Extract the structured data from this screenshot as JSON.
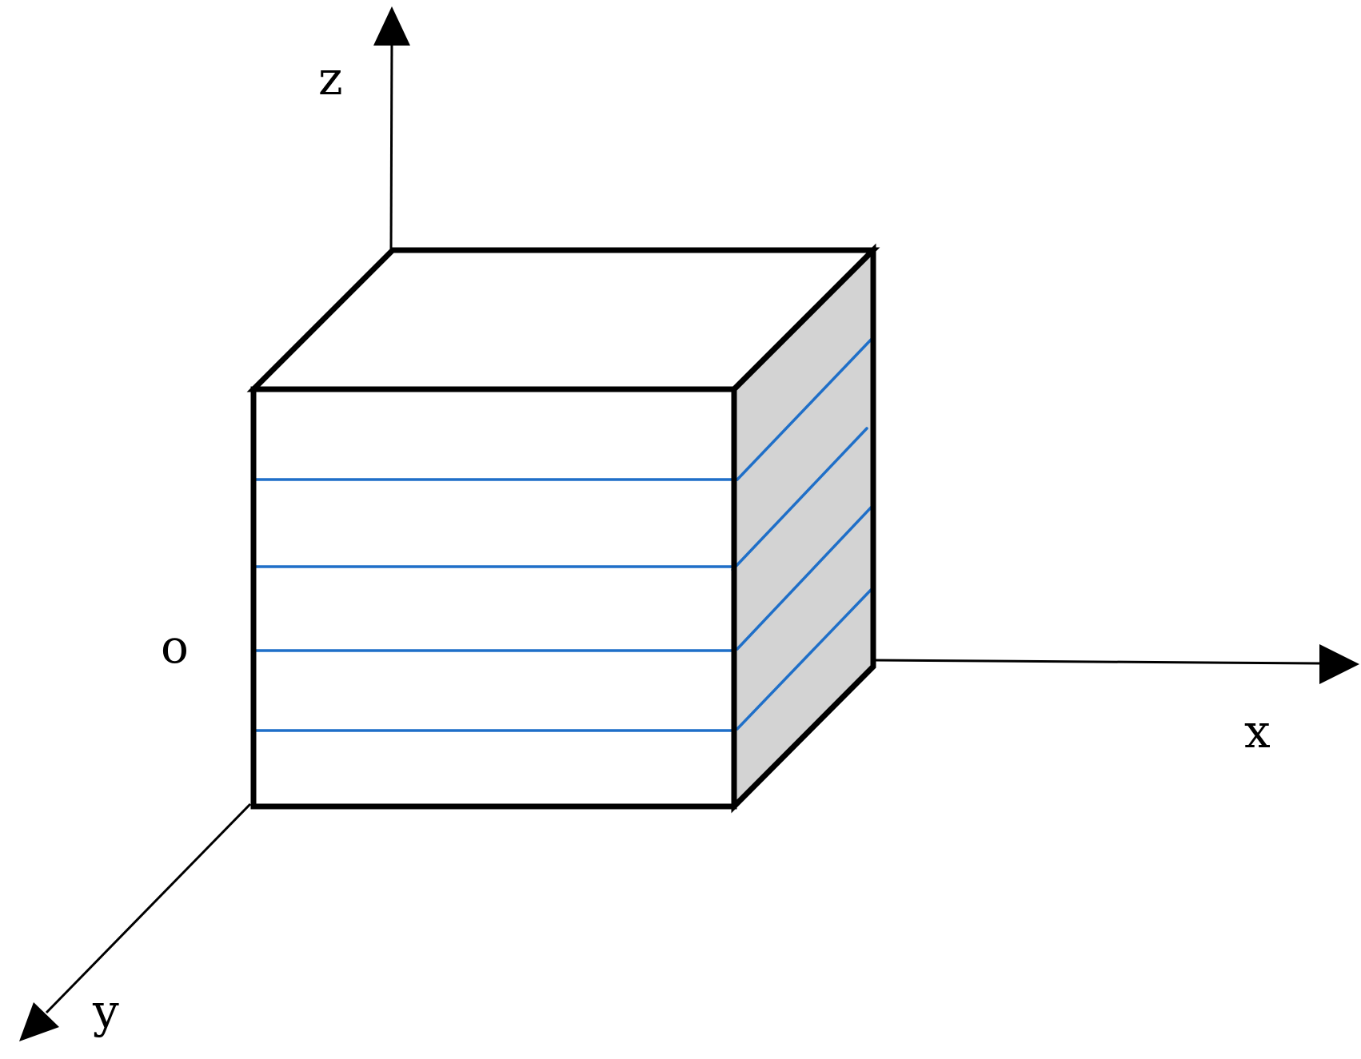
{
  "axes": {
    "x_label": "x",
    "y_label": "y",
    "z_label": "z",
    "origin_label": "o"
  },
  "colors": {
    "edge": "#000000",
    "front_face": "#ffffff",
    "top_face": "#ffffff",
    "side_face": "#d3d3d3",
    "layer_line": "#1f6fc8",
    "axis": "#000000"
  },
  "layers": {
    "count": 4
  }
}
